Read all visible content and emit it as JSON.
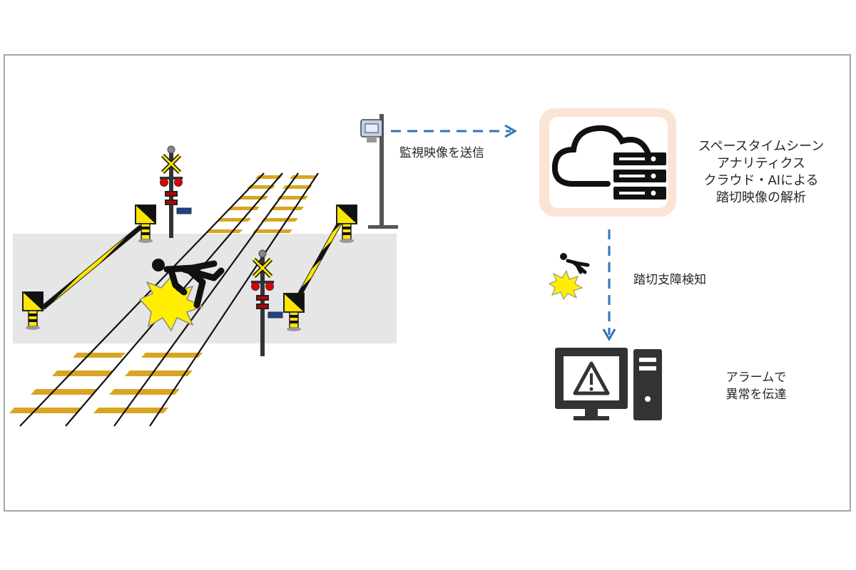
{
  "labels": {
    "video_send": "監視映像を送信",
    "cloud_lines": [
      "スペースタイムシーン",
      "アナリティクス",
      "クラウド・AIによる",
      "踏切映像の解析"
    ],
    "detection": "踏切支障検知",
    "alarm_lines": [
      "アラームで",
      "異常を伝達"
    ]
  },
  "colors": {
    "arrow": "#2e75b6",
    "ground_band": "#e6e6e6",
    "sleeper": "#d9a520",
    "barrier_yellow": "#ffe600",
    "warning_red": "#e60000",
    "cloud_glow": "#f8cbad",
    "icon_dark": "#222222",
    "frame_border": "#a6a6a6"
  },
  "icons": [
    "camera-icon",
    "cloud-server-icon",
    "fallen-person-icon",
    "monitor-warning-icon",
    "pc-tower-icon"
  ]
}
